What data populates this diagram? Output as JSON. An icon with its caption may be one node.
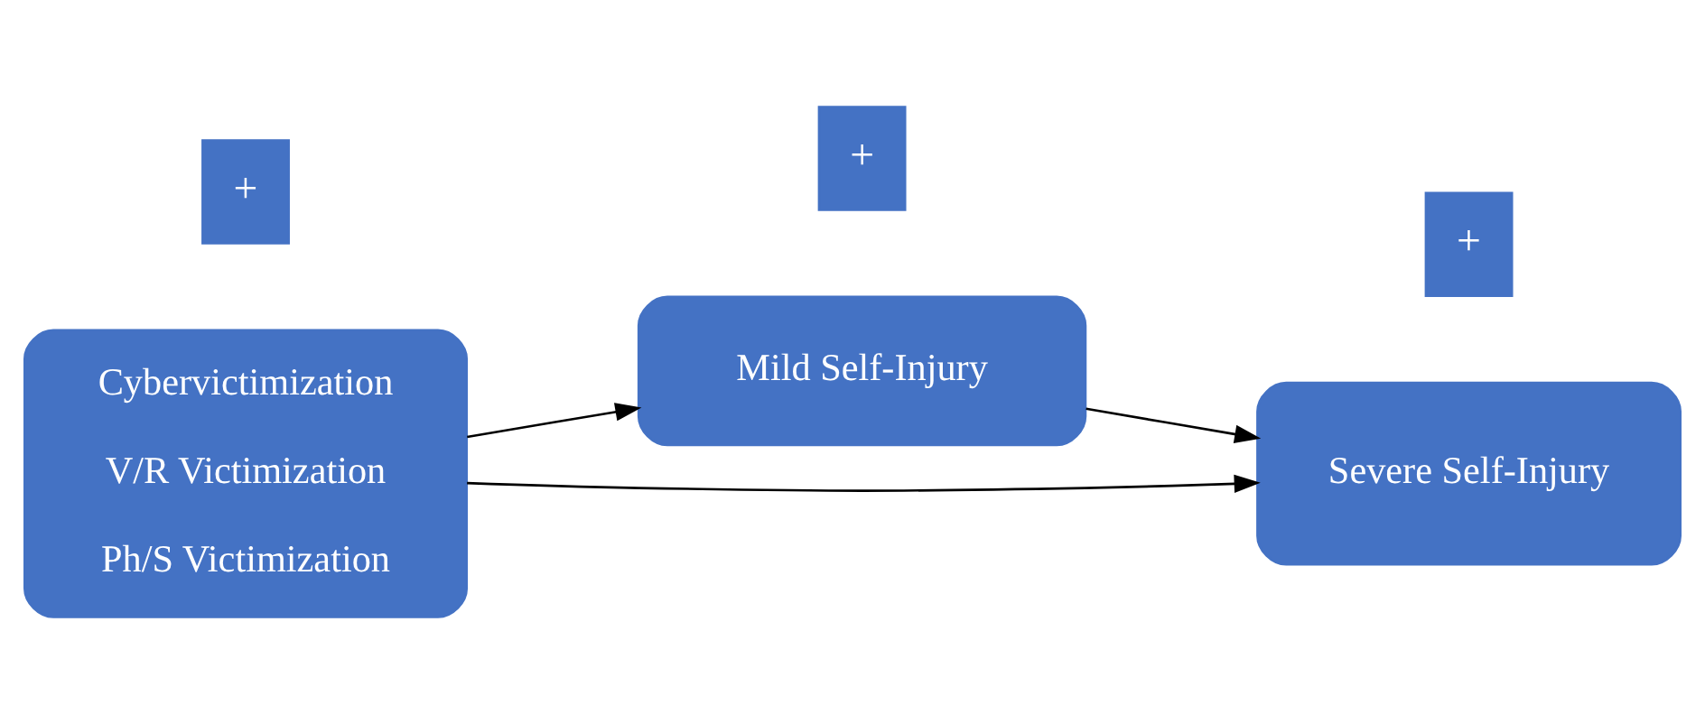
{
  "diagram": {
    "nodes": [
      {
        "text": [
          "Mild Self-Injury"
        ]
      },
      {
        "text": [
          "+"
        ]
      },
      {
        "text": [
          "+"
        ]
      },
      {
        "text": [
          "Cybervictimization",
          "V/R Victimization",
          "Ph/S Victimization"
        ]
      },
      {
        "text": [
          "Severe Self-Injury"
        ]
      },
      {
        "text": [
          "+"
        ]
      }
    ],
    "edges": [
      {
        "from": 3,
        "to": 0,
        "arrow": "to"
      },
      {
        "from": 0,
        "to": 4,
        "arrow": "to"
      },
      {
        "from": 3,
        "to": 4,
        "arrow": "to"
      }
    ]
  }
}
